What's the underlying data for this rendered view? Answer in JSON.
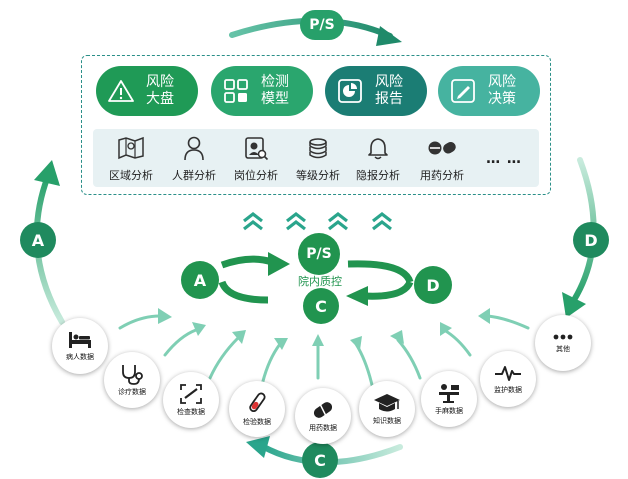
{
  "top_cycle": {
    "label": "P/S"
  },
  "risk_modules": [
    {
      "line1": "风险",
      "line2": "大盘",
      "icon": "warning-icon",
      "color": "#1f9a56"
    },
    {
      "line1": "检测",
      "line2": "模型",
      "icon": "grid-icon",
      "color": "#2aa66e"
    },
    {
      "line1": "风险",
      "line2": "报告",
      "icon": "report-chart-icon",
      "color": "#1b7d74"
    },
    {
      "line1": "风险",
      "line2": "决策",
      "icon": "pencil-icon",
      "color": "#46b3a0"
    }
  ],
  "analyses": [
    {
      "label": "区域分析",
      "icon": "map-icon"
    },
    {
      "label": "人群分析",
      "icon": "person-icon"
    },
    {
      "label": "岗位分析",
      "icon": "badge-search-icon"
    },
    {
      "label": "等级分析",
      "icon": "stack-icon"
    },
    {
      "label": "隐报分析",
      "icon": "bell-icon"
    },
    {
      "label": "用药分析",
      "icon": "pill-icon"
    },
    {
      "label": "… …",
      "icon": ""
    }
  ],
  "inner_cycle": {
    "ps": "P/S",
    "a": "A",
    "c": "C",
    "d": "D",
    "label": "院内质控"
  },
  "outer_cycle": {
    "a": "A",
    "c": "C",
    "d": "D"
  },
  "data_sources": [
    {
      "label": "病人数据",
      "icon": "bed-icon"
    },
    {
      "label": "诊疗数据",
      "icon": "stethoscope-icon"
    },
    {
      "label": "检查数据",
      "icon": "scan-frame-icon"
    },
    {
      "label": "检验数据",
      "icon": "test-tube-icon"
    },
    {
      "label": "用药数据",
      "icon": "capsule-icon"
    },
    {
      "label": "知识数据",
      "icon": "graduation-cap-icon"
    },
    {
      "label": "手麻数据",
      "icon": "operating-table-icon"
    },
    {
      "label": "监护数据",
      "icon": "heartbeat-icon"
    },
    {
      "label": "其他",
      "icon": "more-dots-icon"
    }
  ]
}
